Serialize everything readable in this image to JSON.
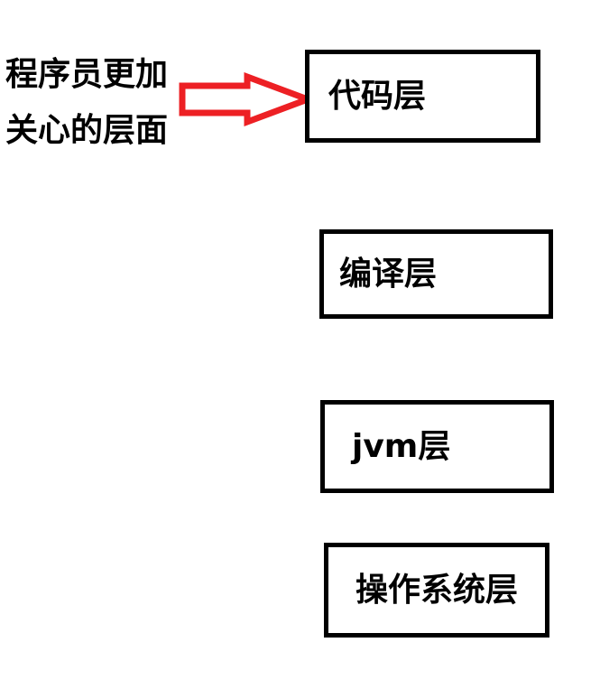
{
  "diagram": {
    "title_text_present": false,
    "background_color": "#ffffff",
    "annotation": {
      "lines": [
        "程序员更加",
        "关心的层面"
      ],
      "color": "#000000"
    },
    "arrow": {
      "name": "block-arrow-right",
      "color": "#ed2024",
      "direction": "right",
      "points_to": "代码层"
    },
    "layers": [
      {
        "id": "code",
        "label": "代码层",
        "align": "left",
        "border_color": "#000000",
        "fill_color": "#ffffff"
      },
      {
        "id": "compile",
        "label": "编译层",
        "align": "left",
        "border_color": "#000000",
        "fill_color": "#ffffff"
      },
      {
        "id": "jvm",
        "label": "jvm层",
        "align": "left",
        "border_color": "#000000",
        "fill_color": "#ffffff"
      },
      {
        "id": "os",
        "label": "操作系统层",
        "align": "center",
        "border_color": "#000000",
        "fill_color": "#ffffff"
      }
    ]
  }
}
